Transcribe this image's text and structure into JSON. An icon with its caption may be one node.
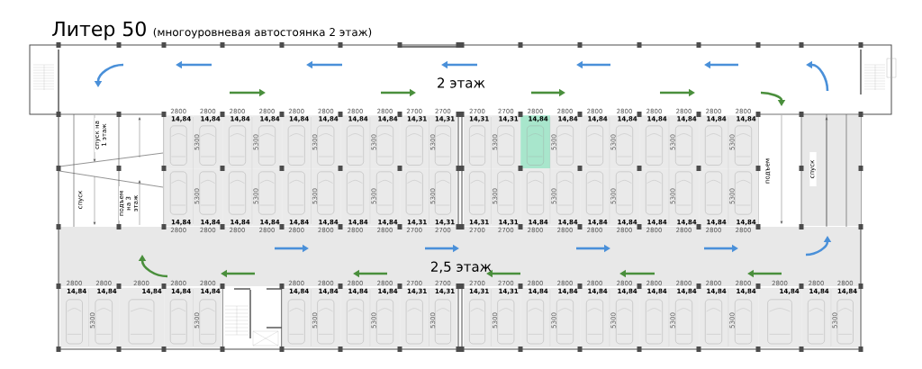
{
  "diagram": {
    "title": "Литер 50",
    "nodes": [
      {
        "text": [
          "2 этаж"
        ]
      },
      {
        "text": [
          "14,84"
        ]
      },
      {
        "text": [
          "14,84"
        ]
      },
      {
        "text": [
          "14,84"
        ]
      },
      {
        "text": [
          "14,84"
        ]
      },
      {
        "text": [
          "14,84"
        ]
      },
      {
        "text": [
          "14,84"
        ]
      },
      {
        "text": [
          "14,84"
        ]
      },
      {
        "text": [
          "14,84"
        ]
      },
      {
        "text": [
          "14,31"
        ]
      },
      {
        "text": [
          "14,31"
        ]
      },
      {
        "text": [
          "14,31"
        ]
      },
      {
        "text": [
          "14,31"
        ]
      },
      {
        "text": [
          "14,84"
        ]
      },
      {
        "text": [
          "14,84"
        ]
      },
      {
        "text": [
          "14,84"
        ]
      },
      {
        "text": [
          "14,84"
        ]
      },
      {
        "text": [
          "14,84"
        ]
      },
      {
        "text": [
          "14,84"
        ]
      },
      {
        "text": [
          "14,84"
        ]
      },
      {
        "text": [
          "14,84"
        ]
      },
      {
        "text": [
          "14,84"
        ]
      },
      {
        "text": [
          "14,84"
        ]
      },
      {
        "text": [
          "14,84"
        ]
      },
      {
        "text": [
          "14,84"
        ]
      },
      {
        "text": [
          "14,84"
        ]
      },
      {
        "text": [
          "14,84"
        ]
      },
      {
        "text": [
          "14,84"
        ]
      },
      {
        "text": [
          "14,84"
        ]
      },
      {
        "text": [
          "14,31"
        ]
      },
      {
        "text": [
          "14,31"
        ]
      },
      {
        "text": [
          "14,31"
        ]
      },
      {
        "text": [
          "14,31"
        ]
      },
      {
        "text": [
          "14,84"
        ]
      },
      {
        "text": [
          "14,84"
        ]
      },
      {
        "text": [
          "14,84"
        ]
      },
      {
        "text": [
          "14,84"
        ]
      },
      {
        "text": [
          "14,84"
        ]
      },
      {
        "text": [
          "14,84"
        ]
      },
      {
        "text": [
          "14,84"
        ]
      },
      {
        "text": [
          "14,84"
        ]
      },
      {
        "text": [
          "2,5 этаж"
        ]
      },
      {
        "text": [
          "14,84"
        ]
      },
      {
        "text": [
          "14,84"
        ]
      },
      {
        "text": [
          "14,84"
        ]
      },
      {
        "text": [
          "14,84"
        ]
      },
      {
        "text": [
          "14,84"
        ]
      },
      {
        "text": [
          "14,84"
        ]
      },
      {
        "text": [
          "14,84"
        ]
      },
      {
        "text": [
          "14,84"
        ]
      },
      {
        "text": [
          "14,84"
        ]
      },
      {
        "text": [
          "14,31"
        ]
      },
      {
        "text": [
          "14,31"
        ]
      },
      {
        "text": [
          "14,31"
        ]
      },
      {
        "text": [
          "14,31"
        ]
      },
      {
        "text": [
          "14,84"
        ]
      },
      {
        "text": [
          "14,84"
        ]
      },
      {
        "text": [
          "14,84"
        ]
      },
      {
        "text": [
          "14,84"
        ]
      },
      {
        "text": [
          "14,84"
        ]
      },
      {
        "text": [
          "14,84"
        ]
      },
      {
        "text": [
          "14,84"
        ]
      },
      {
        "text": [
          "14,84"
        ]
      },
      {
        "text": [
          "14,84"
        ]
      },
      {
        "text": [
          "14,84"
        ]
      },
      {
        "text": [
          "14,84"
        ]
      }
    ],
    "labels": [
      "(многоуровневая автостоянка 2 этаж)",
      "спуск на 1 этаж",
      "спуск",
      "подъем на 3 этаж",
      "подъем",
      "спуск",
      "2800",
      "2800",
      "2800",
      "2800",
      "2800",
      "2800",
      "2800",
      "2800",
      "2700",
      "2700",
      "2700",
      "2700",
      "2800",
      "2800",
      "2800",
      "2800",
      "2800",
      "2800",
      "2800",
      "2800",
      "5300",
      "5300",
      "5300",
      "5300",
      "5300",
      "5300",
      "5300",
      "5300",
      "5300",
      "5300",
      "5300",
      "5300",
      "5300",
      "5300",
      "5300",
      "5300",
      "5300",
      "5300",
      "5300",
      "5300",
      "2800",
      "2800",
      "2800",
      "2800",
      "2800",
      "2800",
      "2800",
      "2800",
      "2700",
      "2700",
      "2700",
      "2700",
      "2800",
      "2800",
      "2800",
      "2800",
      "2800",
      "2800",
      "2800",
      "2800",
      "2800",
      "2800",
      "2800",
      "2800",
      "2800",
      "2800",
      "2800",
      "2800",
      "2800",
      "2700",
      "2700",
      "2700",
      "2700",
      "2800",
      "2800",
      "2800",
      "2800",
      "2800",
      "2800",
      "2800",
      "2800",
      "2800",
      "2800",
      "2800",
      "5300",
      "5300",
      "5300",
      "5300",
      "5300",
      "5300",
      "5300",
      "5300",
      "5300",
      "5300",
      "5300"
    ]
  }
}
